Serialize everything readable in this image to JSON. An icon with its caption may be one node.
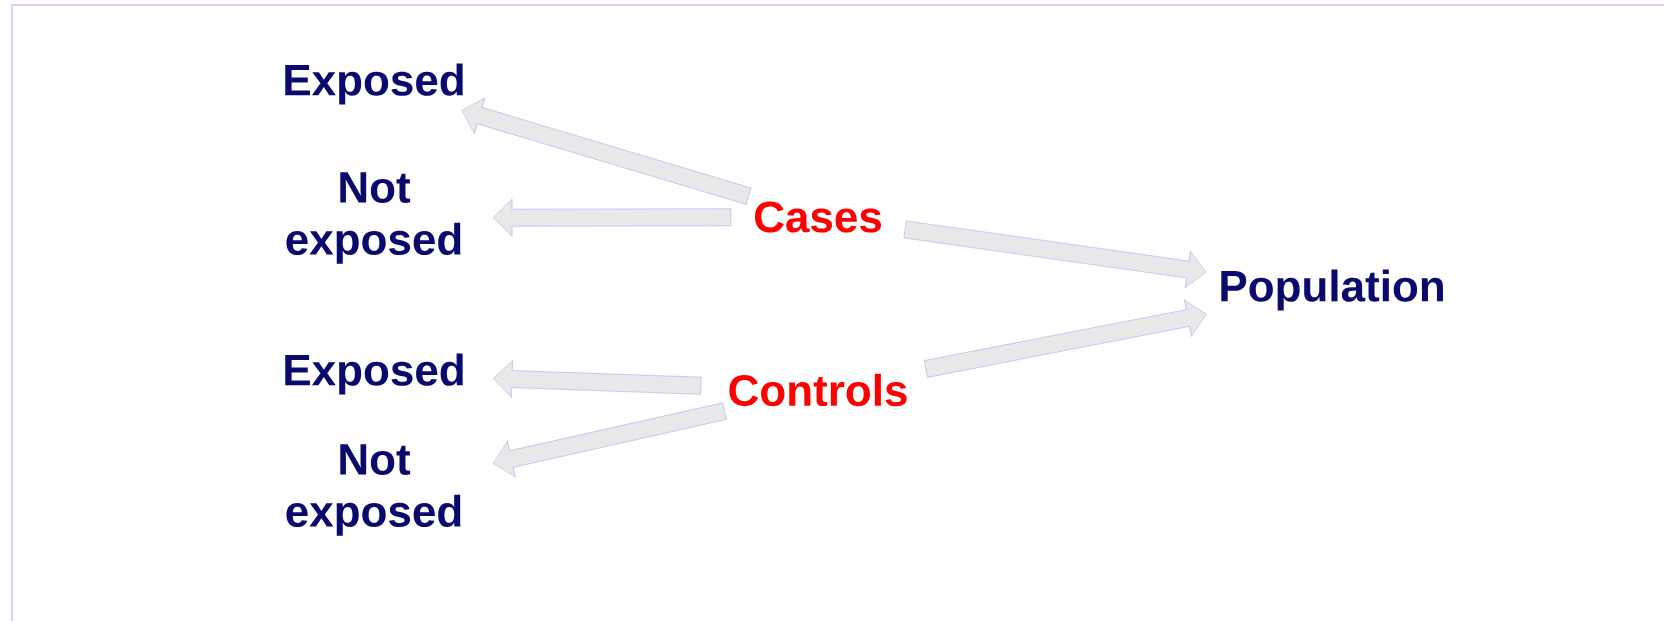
{
  "diagram": {
    "nodes": [
      {
        "text": [
          "Exposed"
        ]
      },
      {
        "text": [
          "Not exposed"
        ]
      },
      {
        "text": [
          "Cases"
        ]
      },
      {
        "text": [
          "Population"
        ]
      },
      {
        "text": [
          "Exposed"
        ]
      },
      {
        "text": [
          "Controls"
        ]
      },
      {
        "text": [
          "Not exposed"
        ]
      }
    ],
    "edges": [
      {
        "from": 2,
        "to": 0,
        "arrow": "to"
      },
      {
        "from": 2,
        "to": 1,
        "arrow": "to"
      },
      {
        "from": 2,
        "to": 3,
        "arrow": "to"
      },
      {
        "from": 5,
        "to": 4,
        "arrow": "to"
      },
      {
        "from": 5,
        "to": 6,
        "arrow": "to"
      },
      {
        "from": 5,
        "to": 3,
        "arrow": "to"
      }
    ]
  }
}
